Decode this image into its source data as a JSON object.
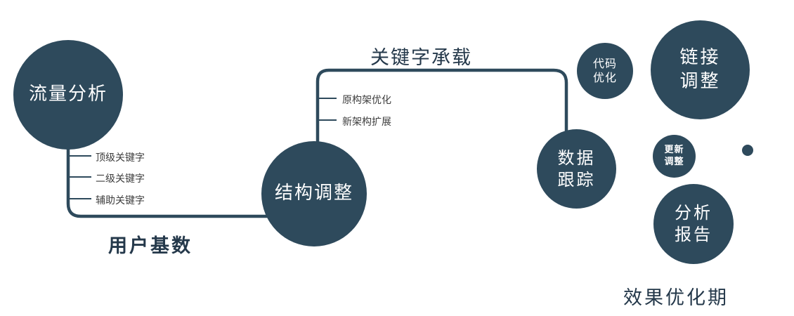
{
  "colors": {
    "primary": "#2e4a5c",
    "heading": "#24384a",
    "branch_label": "#3d3d3d"
  },
  "nodes": {
    "traffic_analysis": {
      "label": "流量分析"
    },
    "structure_adjust": {
      "label": "结构调整"
    },
    "data_tracking": {
      "label": "数据\n跟踪"
    },
    "code_optimization": {
      "label": "代码\n优化"
    },
    "link_adjustment": {
      "label": "链接\n调整"
    },
    "update_adjustment": {
      "label": "更新\n调整"
    },
    "analysis_report": {
      "label": "分析\n报告"
    }
  },
  "edge_labels": {
    "keyword_carrying": "关键字承载",
    "user_base": "用户基数",
    "effect_optimization_period": "效果优化期"
  },
  "branches": {
    "traffic": [
      "顶级关键字",
      "二级关键字",
      "辅助关键字"
    ],
    "structure": [
      "原构架优化",
      "新架构扩展"
    ]
  }
}
